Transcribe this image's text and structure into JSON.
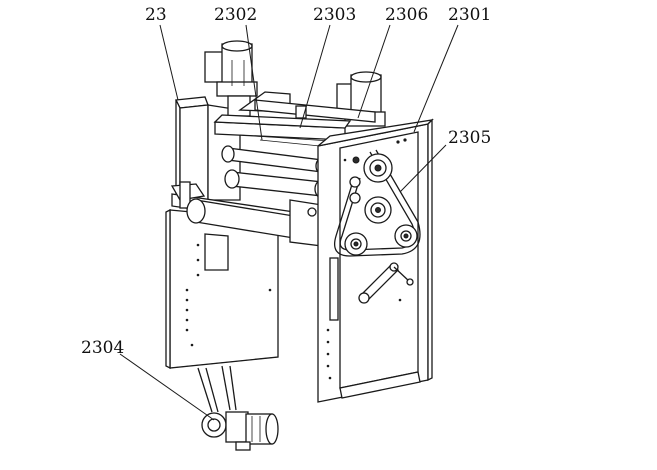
{
  "labels": {
    "l23": "23",
    "l2302": "2302",
    "l2303": "2303",
    "l2306": "2306",
    "l2301": "2301",
    "l2305": "2305",
    "l2304": "2304"
  }
}
